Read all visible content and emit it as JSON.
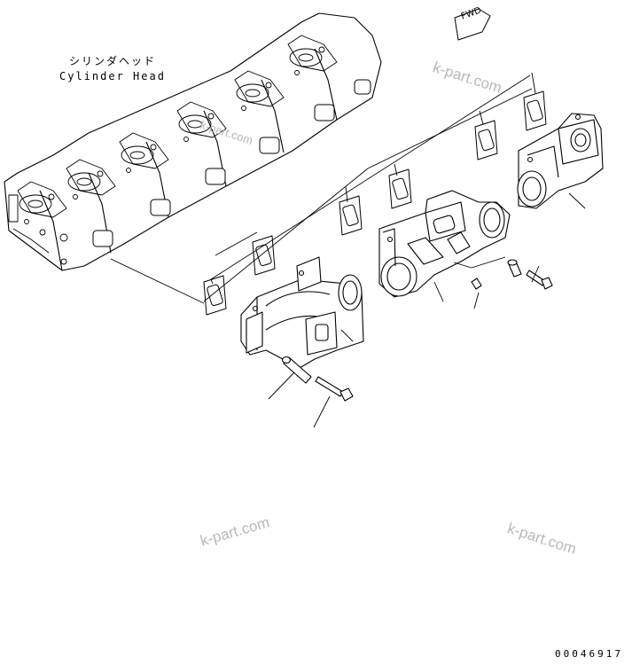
{
  "labels": {
    "cylinder_head_jp": "シリンダヘッド",
    "cylinder_head_en": "Cylinder Head",
    "fwd": "FWD"
  },
  "watermarks": [
    "k-part.com",
    "k-part.com",
    "k-part.com",
    "k-part.com"
  ],
  "part_number": "00046917",
  "colors": {
    "line": "#000000",
    "watermark": "#b8b8b8",
    "background": "#ffffff"
  }
}
